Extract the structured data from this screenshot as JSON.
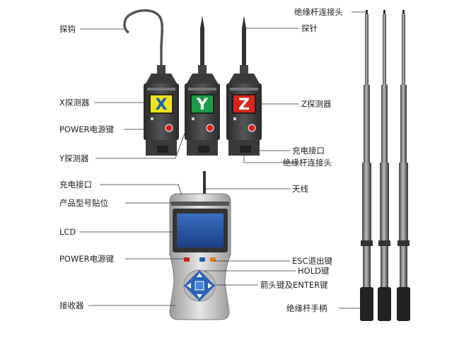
{
  "labels": {
    "probe_hook": "探钩",
    "x_detector": "X探测器",
    "power_key_top": "POWER电源键",
    "y_detector": "Y探测器",
    "probe_needle": "探针",
    "z_detector": "Z探测器",
    "charge_port_top": "充电接口",
    "pole_connector_mid": "绝缘杆连接头",
    "pole_connector_top": "绝缘杆连接头",
    "charge_port_rx": "充电接口",
    "model_sticker": "产品型号贴位",
    "antenna": "天线",
    "lcd": "LCD",
    "power_key_rx": "POWER电源键",
    "esc_key": "ESC退出键",
    "hold_key": "HOLD键",
    "arrow_keys": "箭头键及ENTER键",
    "receiver": "接收器",
    "pole_handle": "绝缘杆手柄"
  },
  "detectors": [
    {
      "letter": "X",
      "color": "#f2e21a",
      "letter_color": "#1a5fb4"
    },
    {
      "letter": "Y",
      "color": "#1e9a48",
      "letter_color": "#ffffff"
    },
    {
      "letter": "Z",
      "color": "#d8261c",
      "letter_color": "#ffffff"
    }
  ]
}
